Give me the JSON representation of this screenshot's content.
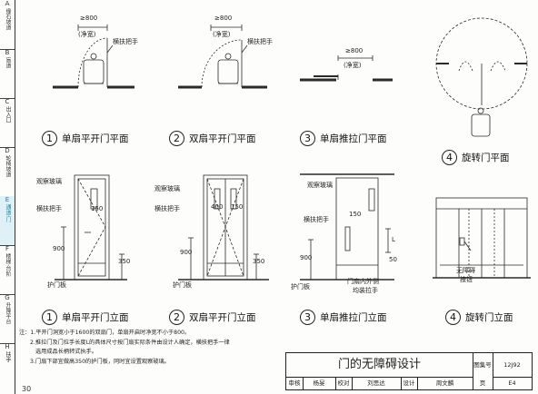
{
  "sidebar": [
    {
      "letter": "A",
      "text": "缘石坡道"
    },
    {
      "letter": "B",
      "text": "盲道"
    },
    {
      "letter": "C",
      "text": "出入口"
    },
    {
      "letter": "D",
      "text": "轮椅坡道"
    },
    {
      "letter": "E",
      "text": "通道·门"
    },
    {
      "letter": "F",
      "text": "楼梯·台阶"
    },
    {
      "letter": "G",
      "text": "升降平台"
    },
    {
      "letter": "H",
      "text": "扶手"
    }
  ],
  "labels": {
    "width_min": "≥800",
    "clear_width": "(净宽)",
    "handle": "横扶把手",
    "glass": "观察玻璃",
    "kickplate": "护门板",
    "inner_outer_handle": "门扇内外侧",
    "both_handle": "均装拉手",
    "rev_button": "无障碍",
    "rev_button2": "按钮",
    "d900": "900",
    "d350": "350",
    "d150": "150",
    "d400": "400",
    "d50": "50",
    "dL": "L"
  },
  "captions": [
    {
      "num": "1",
      "text": "单扇平开门平面"
    },
    {
      "num": "2",
      "text": "双扇平开门平面"
    },
    {
      "num": "3",
      "text": "单扇推拉门平面"
    },
    {
      "num": "4",
      "text": "旋转门平面"
    },
    {
      "num": "1",
      "text": "单扇平开门立面"
    },
    {
      "num": "2",
      "text": "双扇平开门立面"
    },
    {
      "num": "3",
      "text": "单扇推拉门立面"
    },
    {
      "num": "4",
      "text": "旋转门立面"
    }
  ],
  "notes": [
    "注：1.平开门洞宽小于1600的双扇门，单扇开启时净宽不小于800。",
    "2.推拉门及门拉手长度L的具体尺寸按门扇实际条件由设计人确定，横扶把手一律",
    "选用成品长柄转式执手。",
    "3.门扇下部宜做高350的护门板，同时宜设置观察玻璃。"
  ],
  "title_block": {
    "title": "门的无障碍设计",
    "atlas_label": "图集号",
    "atlas_no": "12J92",
    "page_label": "页",
    "page_no": "E4",
    "row": [
      "审核",
      "杨旻",
      "校对",
      "刘思达",
      "设计",
      "周文麟"
    ]
  },
  "page_number": "30"
}
